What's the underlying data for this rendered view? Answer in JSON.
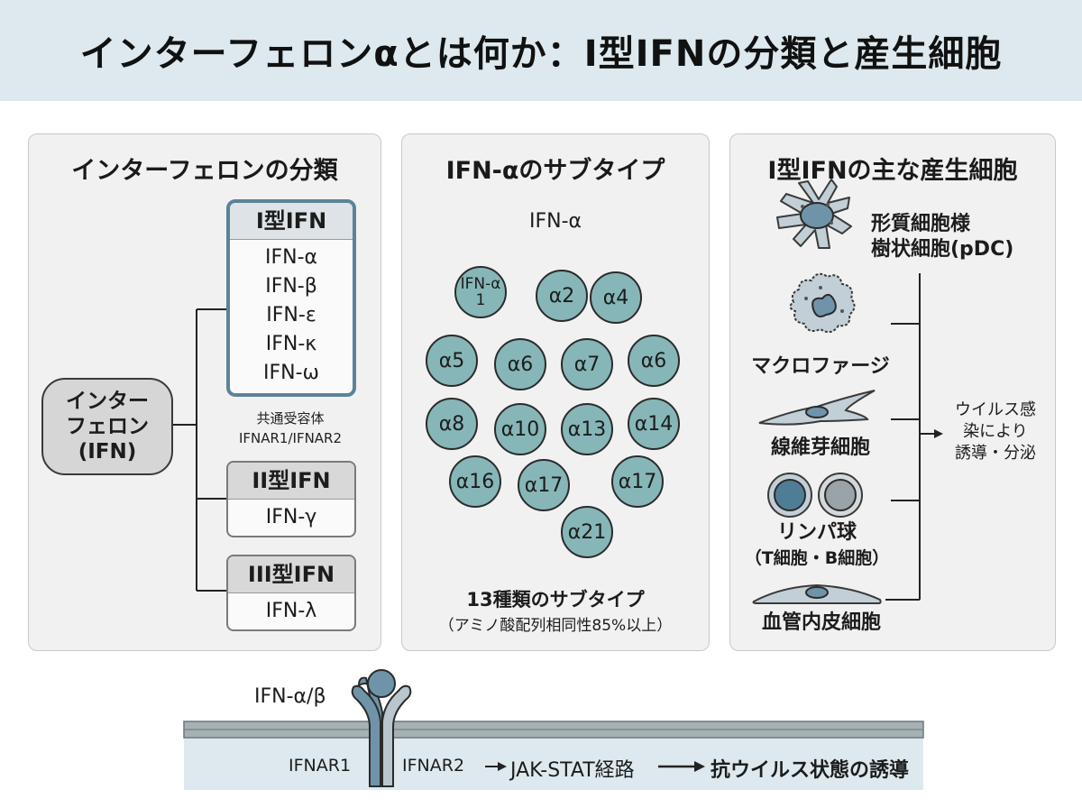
{
  "title": "インターフェロンαとは何か：I型IFNの分類と産生細胞",
  "panel1": {
    "title": "インターフェロンの分類",
    "root": [
      "インター",
      "フェロン",
      "(IFN)"
    ],
    "types": [
      {
        "name": "I型IFN",
        "members": [
          "IFN-α",
          "IFN-β",
          "IFN-ε",
          "IFN-κ",
          "IFN-ω"
        ]
      },
      {
        "name": "II型IFN",
        "members": [
          "IFN-γ"
        ]
      },
      {
        "name": "III型IFN",
        "members": [
          "IFN-λ"
        ]
      }
    ],
    "receptor_note": [
      "共通受容体",
      "IFNAR1/IFNAR2"
    ]
  },
  "panel2": {
    "title": "IFN-αのサブタイプ",
    "family_label": "IFN-α",
    "subtypes": [
      "IFN-α1",
      "α2",
      "α4",
      "α5",
      "α6",
      "α7",
      "α6",
      "α8",
      "α10",
      "α13",
      "α14",
      "α16",
      "α17",
      "α17",
      "α21"
    ],
    "caption": "13種類のサブタイプ",
    "caption_sub": "（アミノ酸配列相同性85%以上）"
  },
  "panel3": {
    "title": "I型IFNの主な産生細胞",
    "cells": [
      {
        "label": "形質細胞様",
        "label2": "樹状細胞(pDC)",
        "icon": "dendritic-cell-icon"
      },
      {
        "label": "マクロファージ",
        "icon": "macrophage-icon"
      },
      {
        "label": "線維芽細胞",
        "icon": "fibroblast-icon"
      },
      {
        "label": "リンパ球",
        "label2": "（T細胞・B細胞）",
        "icon": "lymphocyte-icon"
      },
      {
        "label": "血管内皮細胞",
        "icon": "endothelial-cell-icon"
      }
    ],
    "outcome": [
      "ウイルス感",
      "染により",
      "誘導・分泌"
    ]
  },
  "signaling": {
    "ligand": "IFN-α/β",
    "receptor1": "IFNAR1",
    "receptor2": "IFNAR2",
    "pathway": "JAK-STAT経路",
    "result": "抗ウイルス状態の誘導"
  },
  "colors": {
    "header_bg": "#dde9ef",
    "accent": "#5b8399",
    "bubble": "#86b6b8",
    "cell": "#c2cfd6",
    "nucleus": "#6f94aa",
    "membrane": "#a6b1b6"
  }
}
